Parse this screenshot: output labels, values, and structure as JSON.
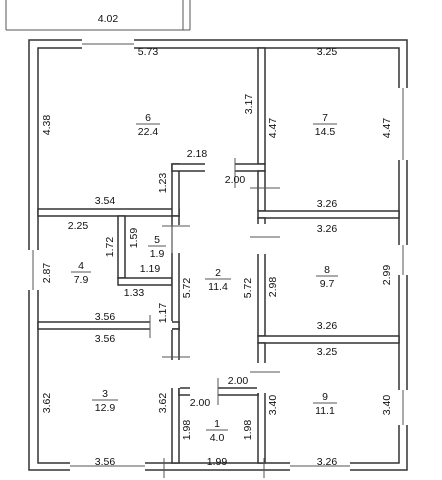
{
  "rooms": [
    {
      "num": "1",
      "area": "4.0"
    },
    {
      "num": "2",
      "area": "11.4"
    },
    {
      "num": "3",
      "area": "12.9"
    },
    {
      "num": "4",
      "area": "7.9"
    },
    {
      "num": "5",
      "area": "1.9"
    },
    {
      "num": "6",
      "area": "22.4"
    },
    {
      "num": "7",
      "area": "14.5"
    },
    {
      "num": "8",
      "area": "9.7"
    },
    {
      "num": "9",
      "area": "11.1"
    }
  ],
  "dims": [
    "4.02",
    "5.73",
    "3.25",
    "4.38",
    "3.17",
    "4.47",
    "4.47",
    "2.18",
    "2.00",
    "1.23",
    "3.54",
    "3.26",
    "2.25",
    "1.59",
    "1.72",
    "1.19",
    "2.87",
    "1.33",
    "5.72",
    "5.72",
    "3.26",
    "2.98",
    "2.99",
    "1.17",
    "3.56",
    "3.26",
    "3.56",
    "3.25",
    "3.62",
    "3.62",
    "2.00",
    "3.40",
    "3.40",
    "2.00",
    "1.98",
    "1.98",
    "3.56",
    "1.99",
    "3.26"
  ]
}
